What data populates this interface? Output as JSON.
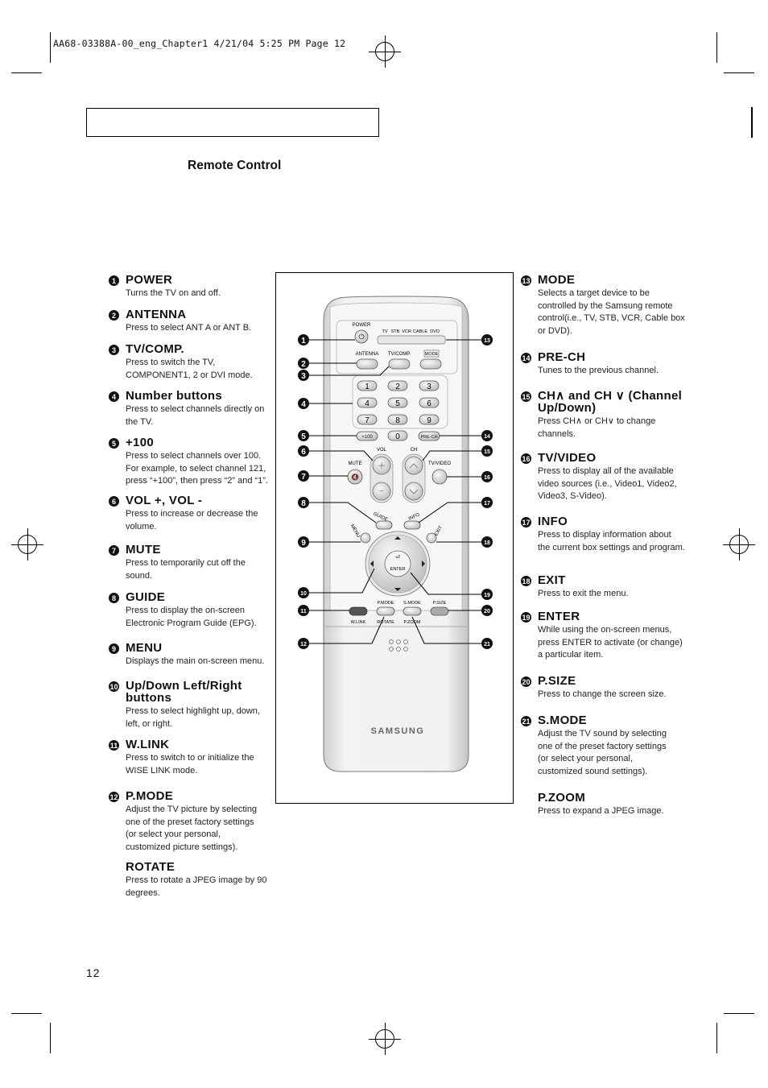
{
  "header_line": "AA68-03388A-00_eng_Chapter1  4/21/04  5:25 PM  Page 12",
  "section_title": "Remote Control",
  "page_number": "12",
  "brand": "SAMSUNG",
  "left_items": [
    {
      "num": "1",
      "title": "POWER",
      "desc": "Turns the TV on and off."
    },
    {
      "num": "2",
      "title": "ANTENNA",
      "desc": "Press to select ANT A or ANT B."
    },
    {
      "num": "3",
      "title": "TV/COMP.",
      "desc": "Press to switch the TV, COMPONENT1, 2 or DVI mode."
    },
    {
      "num": "4",
      "title": "Number buttons",
      "desc": "Press to select channels directly on the TV."
    },
    {
      "num": "5",
      "title": "+100",
      "desc": "Press to select channels over 100. For example, to select channel 121, press “+100”, then press “2” and “1”."
    },
    {
      "num": "6",
      "title": "VOL +, VOL -",
      "desc": "Press to increase or decrease the volume."
    },
    {
      "num": "7",
      "title": "MUTE",
      "desc": "Press to temporarily cut off the sound."
    },
    {
      "num": "8",
      "title": "GUIDE",
      "desc": "Press to display the on-screen Electronic Program Guide (EPG)."
    },
    {
      "num": "9",
      "title": "MENU",
      "desc": "Displays the main on-screen menu."
    },
    {
      "num": "10",
      "title": "Up/Down Left/Right buttons",
      "desc": "Press to select highlight up, down, left, or right."
    },
    {
      "num": "11",
      "title": "W.LINK",
      "desc": "Press to switch to or initialize the WISE LINK mode."
    },
    {
      "num": "12",
      "title": "P.MODE",
      "desc": "Adjust the TV picture by selecting one of the preset factory settings (or select your personal, customized picture settings)."
    },
    {
      "num": "",
      "title": "ROTATE",
      "desc": "Press to rotate a JPEG image by 90 degrees."
    }
  ],
  "right_items": [
    {
      "num": "13",
      "title": "MODE",
      "desc": "Selects a target device to be controlled by the Samsung remote control(i.e., TV, STB, VCR, Cable box or DVD)."
    },
    {
      "num": "14",
      "title": "PRE-CH",
      "desc": "Tunes to the previous channel."
    },
    {
      "num": "15",
      "title": "CH∧ and CH ∨ (Channel Up/Down)",
      "desc": "Press CH∧ or CH∨ to change channels."
    },
    {
      "num": "16",
      "title": "TV/VIDEO",
      "desc": "Press to display all of the available video sources (i.e., Video1, Video2, Video3, S-Video)."
    },
    {
      "num": "17",
      "title": "INFO",
      "desc": "Press to display information about the current box settings and program."
    },
    {
      "num": "18",
      "title": "EXIT",
      "desc": "Press to exit the menu."
    },
    {
      "num": "19",
      "title": "ENTER",
      "desc": "While using the on-screen menus, press ENTER to activate (or change) a particular item."
    },
    {
      "num": "20",
      "title": "P.SIZE",
      "desc": "Press to change the screen size."
    },
    {
      "num": "21",
      "title": "S.MODE",
      "desc": "Adjust the TV sound by selecting one of the preset factory settings (or select your personal, customized sound settings)."
    },
    {
      "num": "",
      "title": "P.ZOOM",
      "desc": "Press to expand a JPEG image."
    }
  ],
  "remote": {
    "power": "POWER",
    "modes": [
      "TV",
      "STB",
      "VCR",
      "CABLE",
      "DVD"
    ],
    "antenna": "ANTENNA",
    "tvcomp": "TV/COMP.",
    "mode": "MODE",
    "digits": [
      "1",
      "2",
      "3",
      "4",
      "5",
      "6",
      "7",
      "8",
      "9"
    ],
    "plus100": "+100",
    "zero": "0",
    "prech": "PRE-CH",
    "vol": "VOL",
    "ch": "CH",
    "mute": "MUTE",
    "tvvideo": "TV/VIDEO",
    "guide": "GUIDE",
    "info": "INFO",
    "menu": "MENU",
    "exit": "EXIT",
    "enter": "ENTER",
    "pmode": "P.MODE",
    "smode": "S.MODE",
    "psize": "P.SIZE",
    "wlink": "W.LINK",
    "rotate": "ROTATE",
    "pzoom": "P.ZOOM"
  }
}
